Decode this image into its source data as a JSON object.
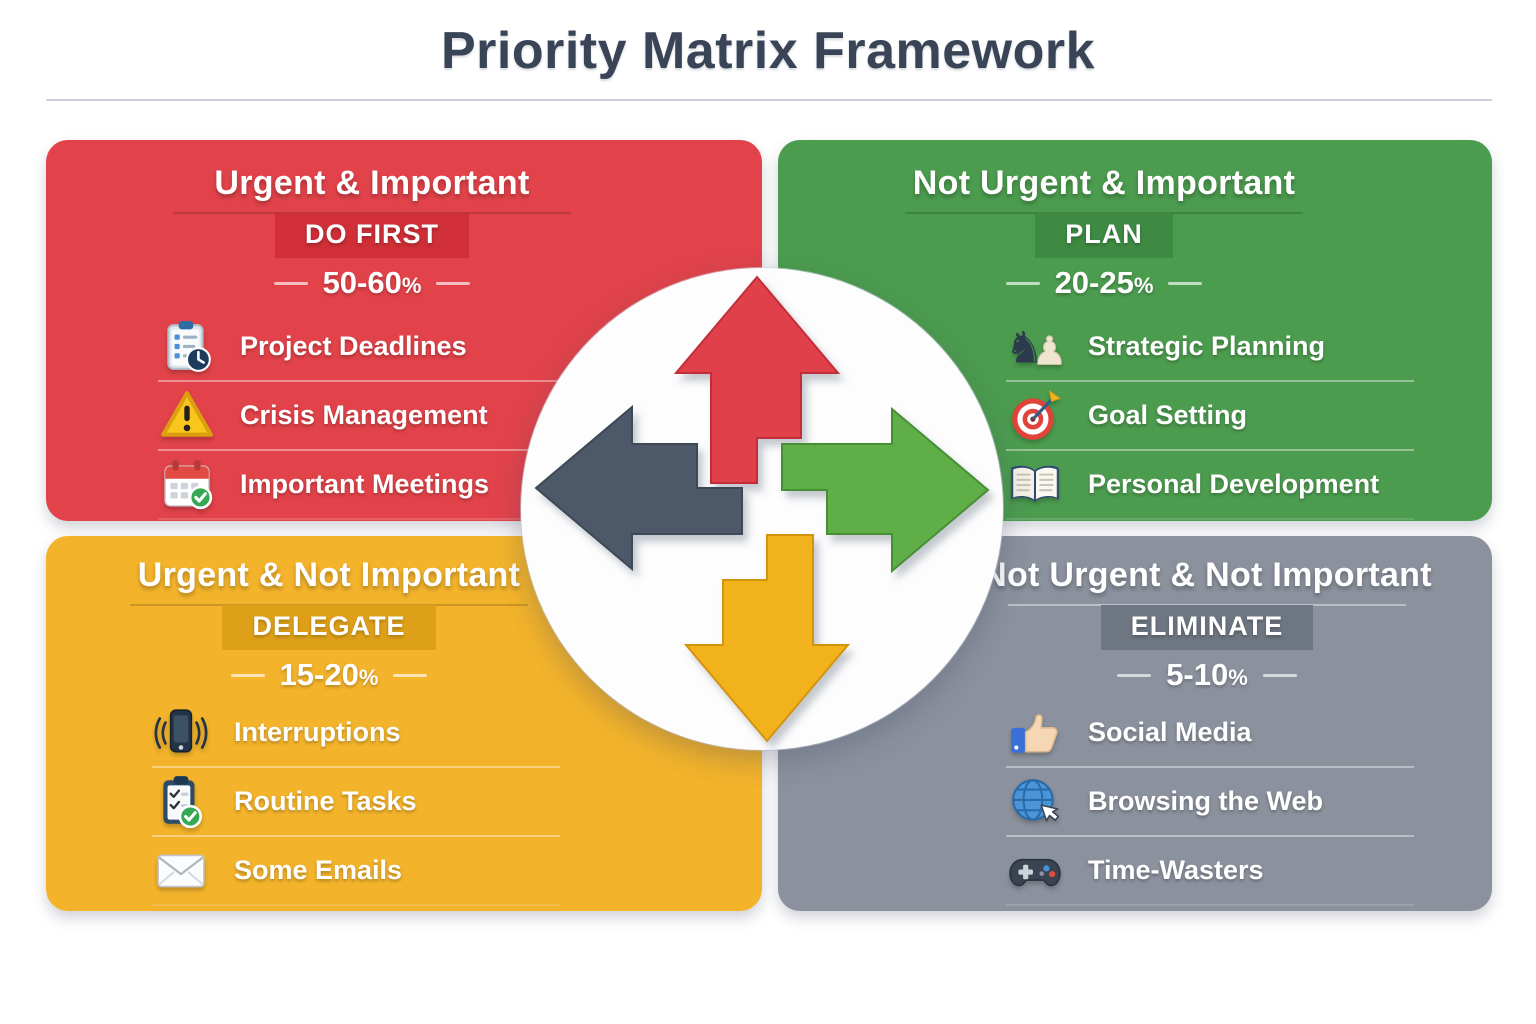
{
  "title": "Priority Matrix Framework",
  "quadrants": [
    {
      "heading": "Urgent & Important",
      "action": "DO FIRST",
      "percent": "50-60",
      "percent_suffix": "%",
      "colors": {
        "bg": "#e2434a",
        "band": "#d02f37"
      },
      "items": [
        {
          "icon": "clipboard-clock-icon",
          "label": "Project Deadlines"
        },
        {
          "icon": "warning-icon",
          "label": "Crisis Management"
        },
        {
          "icon": "calendar-check-icon",
          "label": "Important Meetings"
        }
      ]
    },
    {
      "heading": "Not Urgent & Important",
      "action": "PLAN",
      "percent": "20-25",
      "percent_suffix": "%",
      "colors": {
        "bg": "#4c9c4f",
        "band": "#3e8a43"
      },
      "items": [
        {
          "icon": "chess-icon",
          "label": "Strategic Planning"
        },
        {
          "icon": "target-icon",
          "label": "Goal Setting"
        },
        {
          "icon": "open-book-icon",
          "label": "Personal Development"
        }
      ]
    },
    {
      "heading": "Urgent & Not Important",
      "action": "DELEGATE",
      "percent": "15-20",
      "percent_suffix": "%",
      "colors": {
        "bg": "#f3b32b",
        "band": "#dfa019"
      },
      "items": [
        {
          "icon": "phone-ring-icon",
          "label": "Interruptions"
        },
        {
          "icon": "clipboard-check-icon",
          "label": "Routine Tasks"
        },
        {
          "icon": "envelope-icon",
          "label": "Some Emails"
        }
      ]
    },
    {
      "heading": "Not Urgent & Not Important",
      "action": "ELIMINATE",
      "percent": "5-10",
      "percent_suffix": "%",
      "colors": {
        "bg": "#8b919d",
        "band": "#6e7682"
      },
      "items": [
        {
          "icon": "thumbs-up-icon",
          "label": "Social Media"
        },
        {
          "icon": "globe-cursor-icon",
          "label": "Browsing the Web"
        },
        {
          "icon": "gamepad-icon",
          "label": "Time-Wasters"
        }
      ]
    }
  ],
  "center": {
    "arrows": [
      {
        "name": "up-arrow",
        "color": "#e0414a"
      },
      {
        "name": "right-arrow",
        "color": "#5fae47"
      },
      {
        "name": "down-arrow",
        "color": "#f2b21f"
      },
      {
        "name": "left-arrow",
        "color": "#4d5968"
      }
    ]
  }
}
